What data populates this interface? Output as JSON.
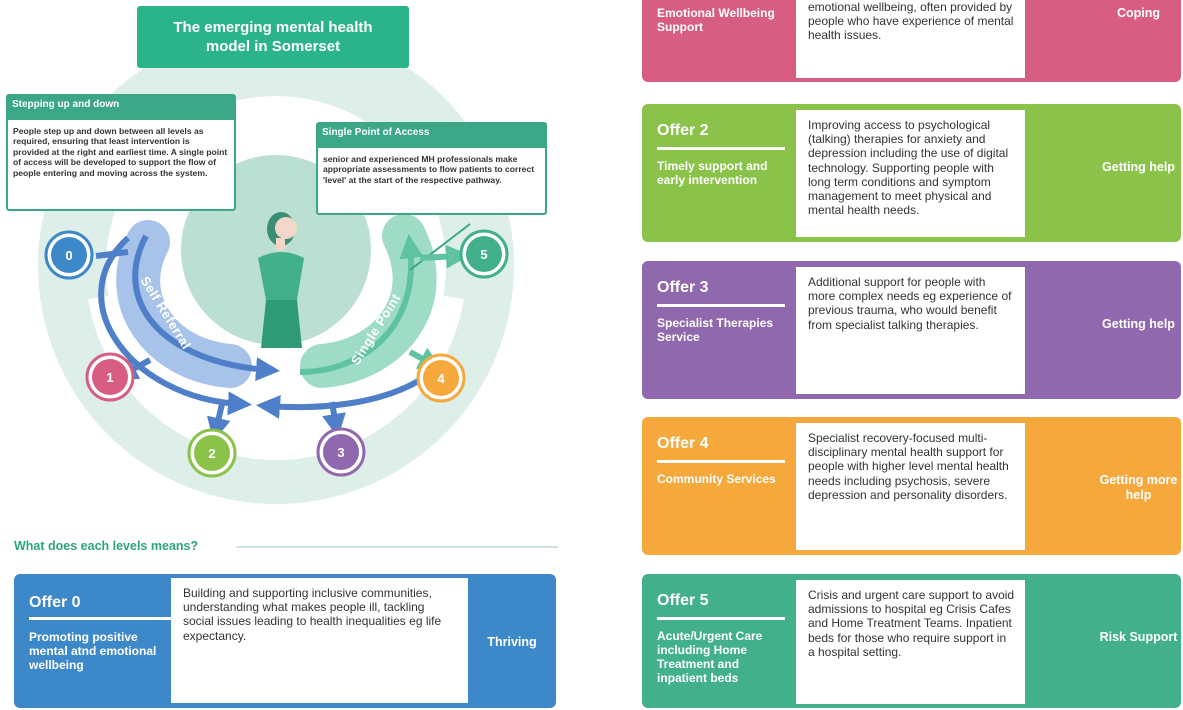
{
  "diagram": {
    "title": "The emerging mental health model in Somerset",
    "stepping": {
      "heading": "Stepping up and down",
      "body": "People step up and down between all levels as required, ensuring that least intervention is provided at the right and earliest time.  A single point of access will be developed to support the flow of people entering and moving across the system."
    },
    "spa": {
      "heading": "Single Point of Access",
      "body": "senior and experienced MH professionals make appropriate assessments to flow patients to correct 'level' at the start of the respective pathway."
    },
    "self_referral": "Self Referral",
    "single_point": "Single Point",
    "levels": [
      {
        "label": "0",
        "color": "#3d88c9"
      },
      {
        "label": "1",
        "color": "#d85d82"
      },
      {
        "label": "2",
        "color": "#8bc34a"
      },
      {
        "label": "3",
        "color": "#9068ad"
      },
      {
        "label": "4",
        "color": "#f5a93d"
      },
      {
        "label": "5",
        "color": "#43b08c"
      }
    ]
  },
  "levels_heading": "What does each levels means?",
  "offers": [
    {
      "title": "Offer 0",
      "name": "Promoting positive mental atnd emotional wellbeing",
      "description": "Building and supporting inclusive communities, understanding what makes people ill, tackling social issues leading to health inequalities eg life expectancy.",
      "tag": "Thriving",
      "color": "#3d88c9"
    },
    {
      "title": "",
      "name": "Emotional Wellbeing Support",
      "description": "emotional wellbeing, often provided by people who have experience of mental health issues.",
      "tag": "Coping",
      "color": "#d85d82"
    },
    {
      "title": "Offer 2",
      "name": "Timely support and early intervention",
      "description": "Improving access to psychological (talking) therapies for anxiety and depression including the use of digital technology. Supporting people with long term conditions and symptom management to meet physical and mental health needs.",
      "tag": "Getting help",
      "color": "#8bc34a"
    },
    {
      "title": "Offer 3",
      "name": "Specialist Therapies Service",
      "description": "Additional support for people with more complex needs eg experience of previous trauma, who would benefit from specialist talking therapies.",
      "tag": "Getting help",
      "color": "#9068ad"
    },
    {
      "title": "Offer 4",
      "name": "Community Services",
      "description": "Specialist recovery-focused multi-disciplinary mental health support for people with higher level mental health needs including psychosis, severe depression and personality disorders.",
      "tag": "Getting more help",
      "color": "#f5a93d"
    },
    {
      "title": "Offer 5",
      "name": "Acute/Urgent Care including Home Treatment and inpatient beds",
      "description": "Crisis and urgent care support to avoid admissions to hospital eg Crisis Cafes and Home Treatment Teams. Inpatient beds for those who require support in a hospital setting.",
      "tag": "Risk Support",
      "color": "#43b08c"
    }
  ]
}
